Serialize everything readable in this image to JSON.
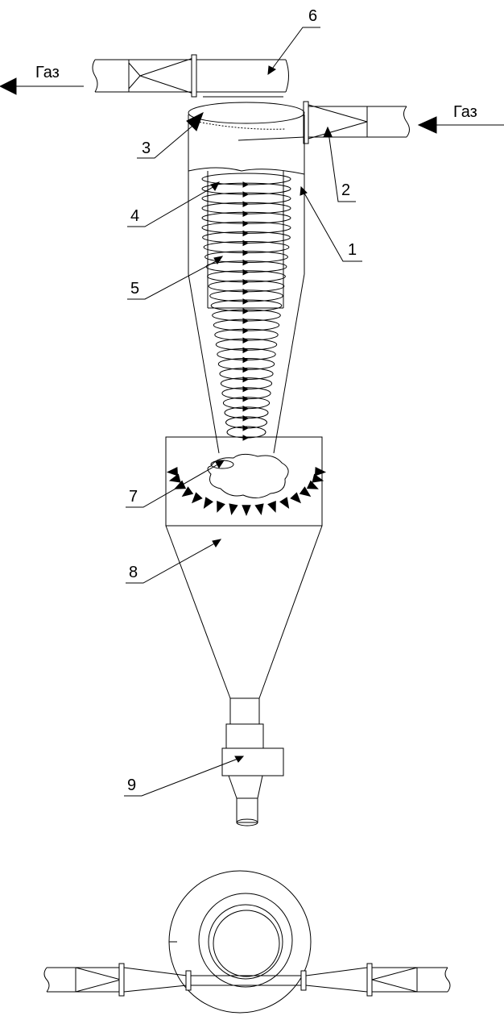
{
  "flows": {
    "gas_out": "Газ",
    "gas_in": "Газ"
  },
  "callouts": [
    "1",
    "2",
    "3",
    "4",
    "5",
    "6",
    "7",
    "8",
    "9"
  ],
  "colors": {
    "line": "#000000",
    "background": "#ffffff"
  }
}
